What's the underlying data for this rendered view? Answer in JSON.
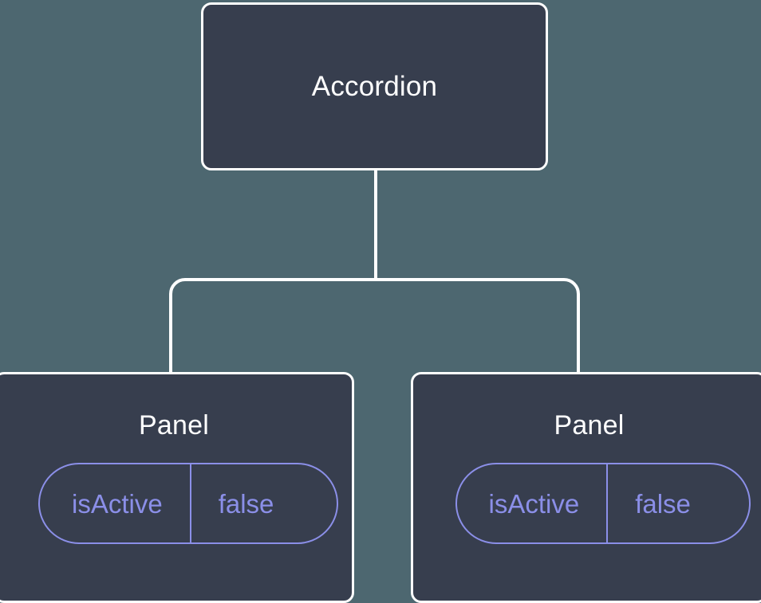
{
  "diagram": {
    "type": "component-tree",
    "background_color": "#4d6770",
    "node_fill_color": "#373e4e",
    "node_border_color": "#ffffff",
    "node_text_color": "#ffffff",
    "pill_accent_color": "#8b8fe8",
    "edge_color": "#ffffff"
  },
  "root": {
    "label": "Accordion"
  },
  "children": [
    {
      "label": "Panel",
      "props": [
        {
          "key": "isActive",
          "value": "false"
        }
      ]
    },
    {
      "label": "Panel",
      "props": [
        {
          "key": "isActive",
          "value": "false"
        }
      ]
    }
  ]
}
